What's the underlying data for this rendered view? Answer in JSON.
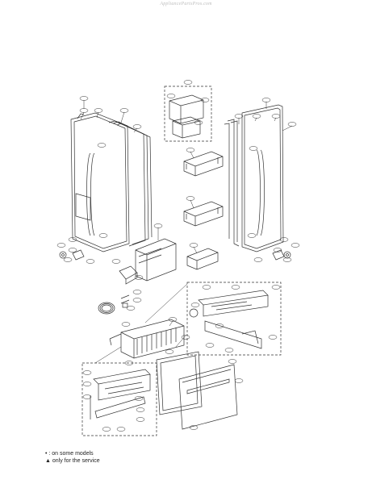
{
  "watermark": "AppliancePartsPros.com",
  "legend": {
    "line1": "• : on some models",
    "line2": "▲ only for the service"
  },
  "diagram": {
    "kind": "exploded-parts-view",
    "subject": "refrigerator doors and freezer drawer",
    "parts": [
      {
        "name": "left-door-assembly",
        "group": "doors"
      },
      {
        "name": "right-door-assembly",
        "group": "doors"
      },
      {
        "name": "dairy-bin",
        "group": "bins"
      },
      {
        "name": "door-bin-upper",
        "group": "bins"
      },
      {
        "name": "door-bin-middle",
        "group": "bins"
      },
      {
        "name": "door-bin-lower",
        "group": "bins"
      },
      {
        "name": "door-bin-small",
        "group": "bins"
      },
      {
        "name": "drawer-basket",
        "group": "drawer"
      },
      {
        "name": "drawer-front",
        "group": "drawer"
      },
      {
        "name": "drawer-gasket",
        "group": "drawer"
      },
      {
        "name": "drawer-rail-assembly-left",
        "group": "drawer"
      },
      {
        "name": "drawer-rail-assembly-right",
        "group": "drawer"
      },
      {
        "name": "wire-harness-coil",
        "group": "misc"
      },
      {
        "name": "hinge-left",
        "group": "hinges"
      },
      {
        "name": "hinge-right",
        "group": "hinges"
      }
    ]
  }
}
